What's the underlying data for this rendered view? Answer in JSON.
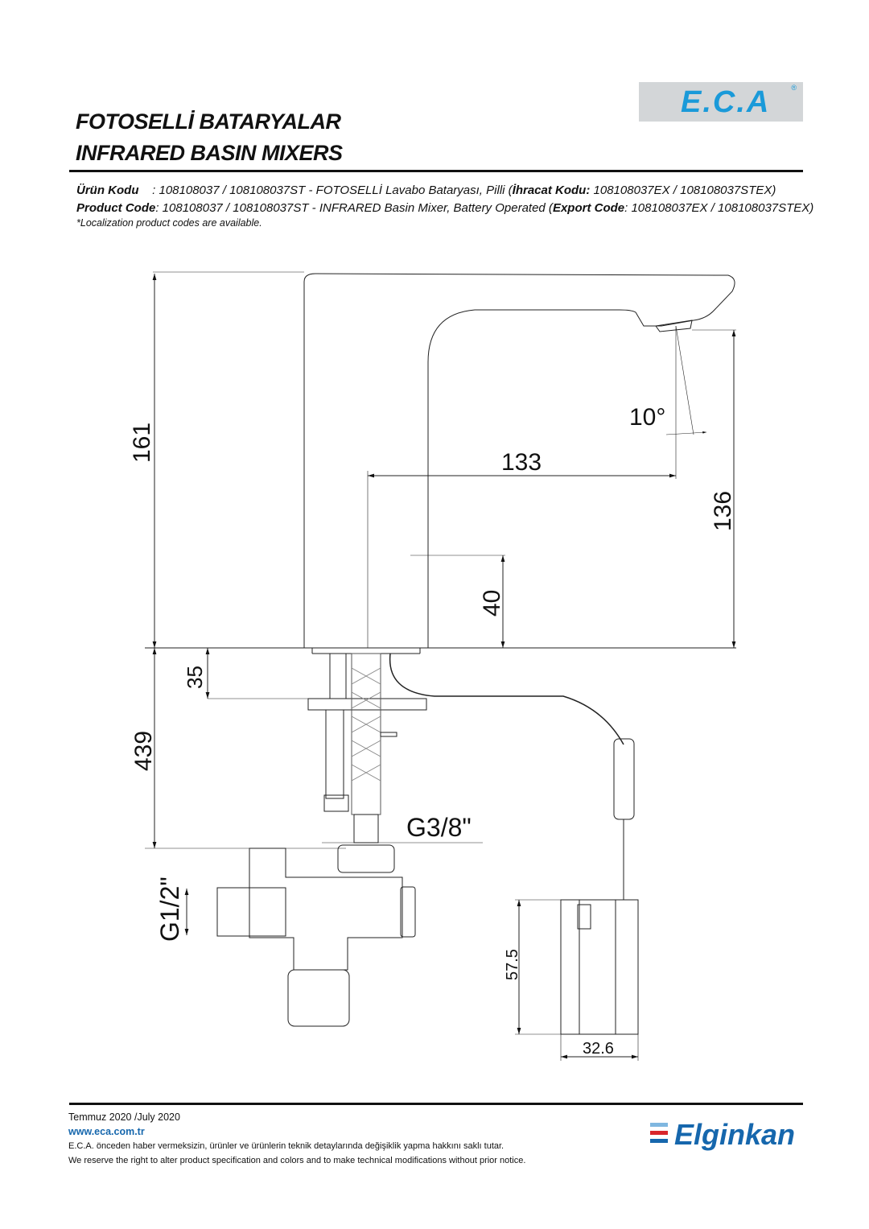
{
  "header": {
    "title_tr": "FOTOSELLİ BATARYALAR",
    "title_en": "INFRARED BASIN MIXERS",
    "logo_text": "E.C.A",
    "logo_mark": "®"
  },
  "product": {
    "tr_label": "Ürün Kodu",
    "tr_text": "    : 108108037 / 108108037ST - FOTOSELLİ Lavabo Bataryası, Pilli (",
    "tr_export_label": "İhracat Kodu:",
    "tr_export_text": " 108108037EX / 108108037STEX)",
    "en_label": "Product Code",
    "en_text": ": 108108037 / 108108037ST - INFRARED Basin Mixer, Battery Operated (",
    "en_export_label": "Export Code",
    "en_export_text": ": 108108037EX / 108108037STEX)",
    "note": "*Localization product codes are available."
  },
  "drawing": {
    "dims": {
      "height_total": "161",
      "spout_height": "136",
      "spout_reach": "133",
      "base_height": "40",
      "angle": "10°",
      "deck_thickness": "35",
      "hose_length": "439",
      "hose_thread": "G3/8\"",
      "valve_thread": "G1/2\"",
      "battery_height": "57.5",
      "battery_width": "32.6"
    }
  },
  "footer": {
    "date": "Temmuz 2020 /July 2020",
    "website": "www.eca.com.tr",
    "disclaimer_tr": "E.C.A. önceden haber vermeksizin, ürünler ve ürünlerin teknik detaylarında değişiklik yapma hakkını saklı tutar.",
    "disclaimer_en": "We reserve the right to alter product specification and colors and to make technical modifications without prior notice.",
    "brand": "Elginkan",
    "colors": {
      "blue": "#1667ad",
      "red": "#d9262b",
      "light_blue": "#7fb7e0"
    }
  }
}
